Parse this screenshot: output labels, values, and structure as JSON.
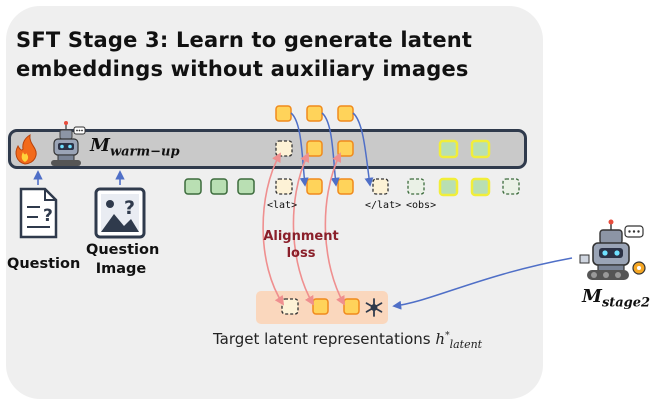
{
  "title": {
    "line1": "SFT Stage 3: Learn to generate latent",
    "line2": "embeddings without auxiliary images"
  },
  "model_warmup": {
    "symbol": "M",
    "subscript": "warm−up"
  },
  "inputs": {
    "question": "Question",
    "question_image_line1": "Question",
    "question_image_line2": "Image"
  },
  "tokens": {
    "lat_open": "<lat>",
    "lat_close": "</lat>",
    "obs": "<obs>"
  },
  "alignment_loss": {
    "line1": "Alignment",
    "line2": "loss"
  },
  "target": {
    "text": "Target latent representations",
    "symbol": "h",
    "superscript": "*",
    "subscript": "latent"
  },
  "model_stage2": {
    "symbol": "M",
    "subscript": "stage2"
  },
  "icons": [
    "fire-icon",
    "robot-icon",
    "document-icon",
    "image-question-icon",
    "snowflake-icon"
  ],
  "colors": {
    "panel": "#efefef",
    "bar": "#c9c9c9",
    "bar_border": "#2f3a4c",
    "latent_fill": "#ffd35a",
    "latent_border": "#f08a1c",
    "green_fill": "#b9dfb3",
    "green_border": "#3c6b3c",
    "yellow_border": "#f1ee39",
    "blue_arrow": "#4f6fc7",
    "pink_arrow": "#ef8f8f",
    "target_bg": "#fad7bd",
    "alignment_text": "#8a1f2a"
  }
}
